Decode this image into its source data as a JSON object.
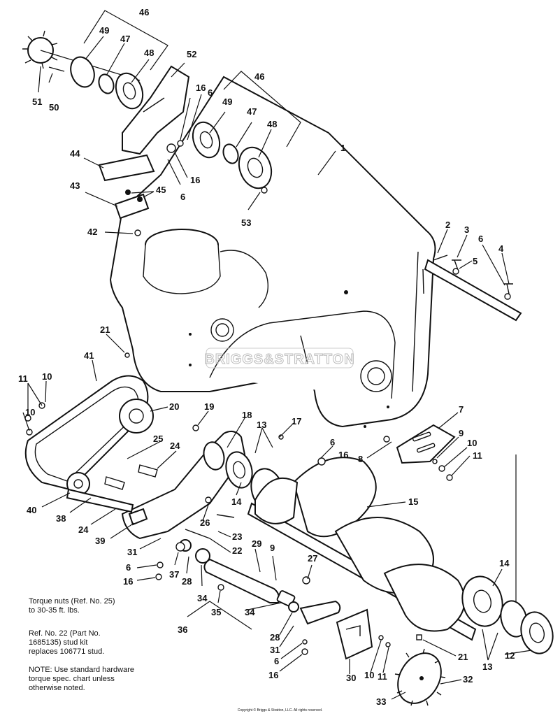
{
  "notes": {
    "torque": "Torque nuts (Ref. No. 25)\nto 30-35 ft. lbs.",
    "stud_kit": "Ref. No. 22 (Part No.\n1685135) stud kit\nreplaces 106771 stud.",
    "hardware": "NOTE: Use standard hardware\ntorque spec. chart unless\notherwise noted."
  },
  "watermark": "BRIGGS&STRATTON",
  "copyright": "Copyright © Briggs & Stratton, LLC. All rights reserved.",
  "callouts": {
    "c46a": "46",
    "c49a": "49",
    "c47a": "47",
    "c48a": "48",
    "c52": "52",
    "c51": "51",
    "c50": "50",
    "c16a": "16",
    "c6a": "6",
    "c46b": "46",
    "c49b": "49",
    "c47b": "47",
    "c48b": "48",
    "c1": "1",
    "c44": "44",
    "c16b": "16",
    "c6b": "6",
    "c43": "43",
    "c45": "45",
    "c53": "53",
    "c42": "42",
    "c2": "2",
    "c3": "3",
    "c6c": "6",
    "c4": "4",
    "c5": "5",
    "c21a": "21",
    "c41": "41",
    "c11a": "11",
    "c10a": "10",
    "c10b": "10",
    "c20": "20",
    "c19": "19",
    "c18": "18",
    "c13a": "13",
    "c17": "17",
    "c7": "7",
    "c25": "25",
    "c24a": "24",
    "c6d": "6",
    "c16c": "16",
    "c8": "8",
    "c9a": "9",
    "c10c": "10",
    "c11b": "11",
    "c40": "40",
    "c38": "38",
    "c24b": "24",
    "c14a": "14",
    "c15": "15",
    "c26": "26",
    "c39": "39",
    "c31a": "31",
    "c23": "23",
    "c22": "22",
    "c29": "29",
    "c9b": "9",
    "c27": "27",
    "c6e": "6",
    "c16d": "16",
    "c37": "37",
    "c28a": "28",
    "c34a": "34",
    "c35": "35",
    "c34b": "34",
    "c14b": "14",
    "c36": "36",
    "c28b": "28",
    "c31b": "31",
    "c6f": "6",
    "c16e": "16",
    "c30": "30",
    "c10d": "10",
    "c11c": "11",
    "c21b": "21",
    "c13b": "13",
    "c12": "12",
    "c32": "32",
    "c33": "33"
  }
}
